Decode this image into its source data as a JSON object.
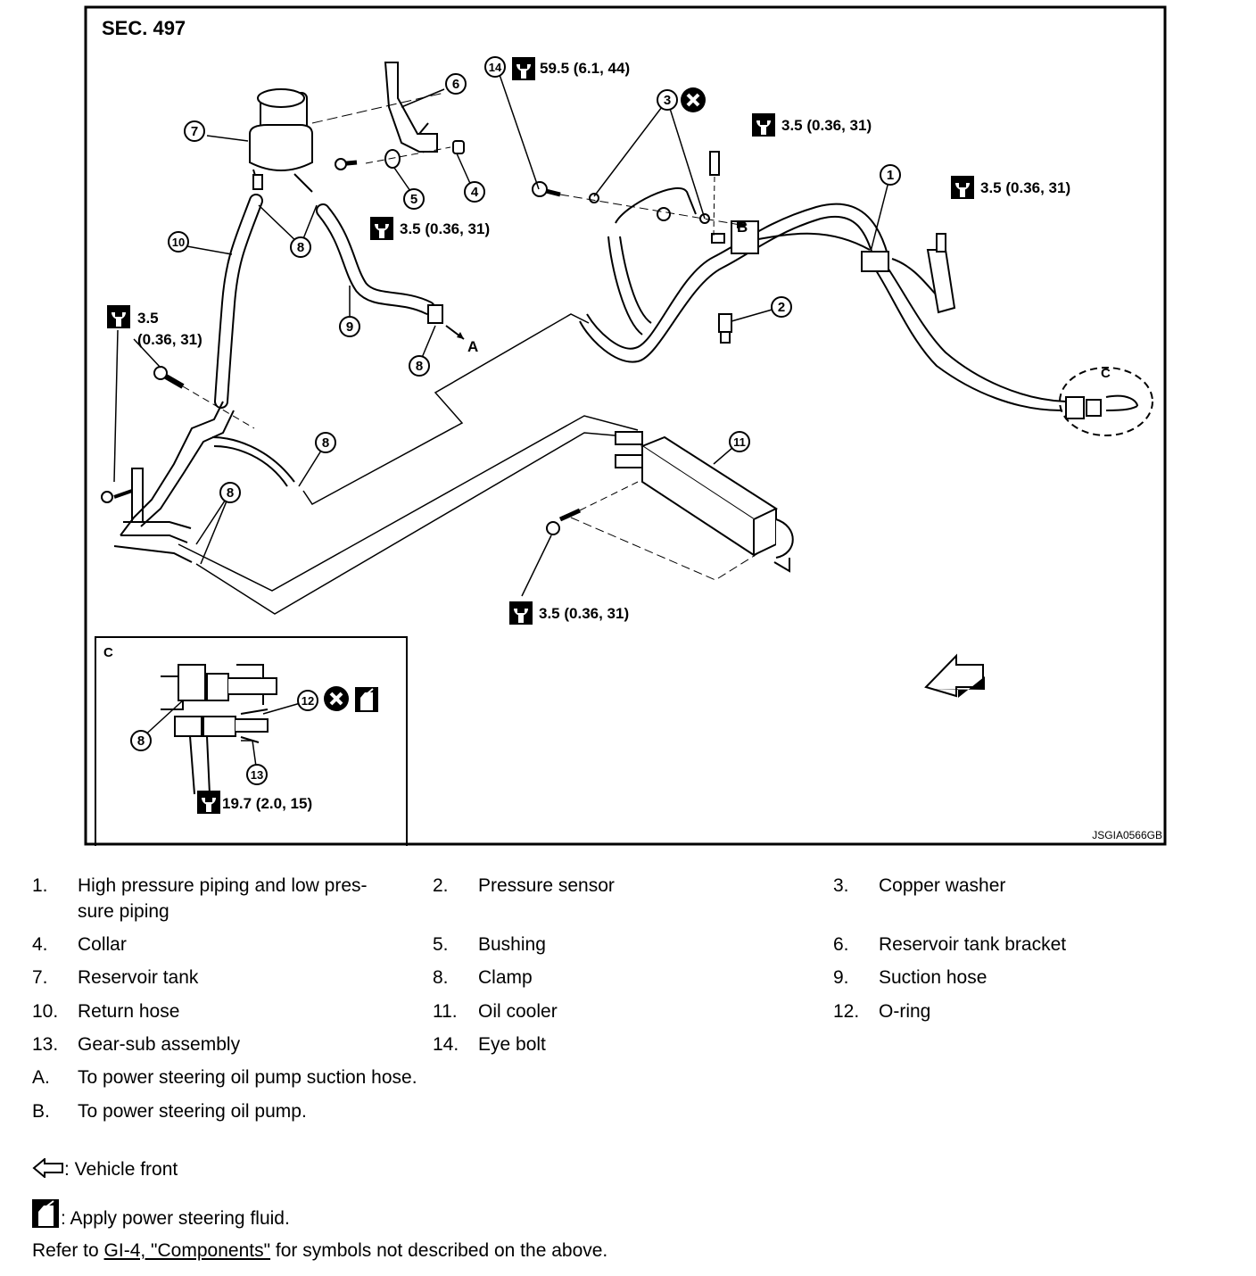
{
  "diagram": {
    "section": "SEC. 497",
    "code": "JSGIA0566GB",
    "detail_label": "C",
    "pointer_labels": {
      "a": "A",
      "b": "B",
      "c": "C"
    },
    "torques": {
      "t14": "59.5 (6.1, 44)",
      "t_bolt_top": "3.5 (0.36, 31)",
      "t_bolt_right": "3.5 (0.36, 31)",
      "t_reservoir": "3.5 (0.36, 31)",
      "t_left_val": "3.5",
      "t_left_unit": "(0.36, 31)",
      "t_cooler": "3.5 (0.36, 31)",
      "t_detail": "19.7 (2.0, 15)"
    },
    "callouts": [
      "1",
      "2",
      "3",
      "4",
      "5",
      "6",
      "7",
      "8",
      "9",
      "10",
      "11",
      "12",
      "13",
      "14"
    ]
  },
  "legend": [
    {
      "num": "1.",
      "text": "High pressure piping and low pres-"
    },
    {
      "num": "",
      "text": "sure piping"
    },
    {
      "num": "2.",
      "text": "Pressure sensor"
    },
    {
      "num": "3.",
      "text": "Copper washer"
    },
    {
      "num": "4.",
      "text": "Collar"
    },
    {
      "num": "5.",
      "text": "Bushing"
    },
    {
      "num": "6.",
      "text": "Reservoir tank bracket"
    },
    {
      "num": "7.",
      "text": "Reservoir tank"
    },
    {
      "num": "8.",
      "text": "Clamp"
    },
    {
      "num": "9.",
      "text": "Suction hose"
    },
    {
      "num": "10.",
      "text": "Return hose"
    },
    {
      "num": "11.",
      "text": "Oil cooler"
    },
    {
      "num": "12.",
      "text": "O-ring"
    },
    {
      "num": "13.",
      "text": "Gear-sub assembly"
    },
    {
      "num": "14.",
      "text": "Eye bolt"
    },
    {
      "num": "A.",
      "text": "To power steering oil pump suction hose."
    },
    {
      "num": "B.",
      "text": "To power steering oil pump."
    }
  ],
  "notes": {
    "front": ": Vehicle front",
    "fluid": ": Apply power steering fluid.",
    "refer_prefix": "Refer to ",
    "refer_link": "GI-4, \"Components\"",
    "refer_suffix": " for symbols not described on the above."
  }
}
